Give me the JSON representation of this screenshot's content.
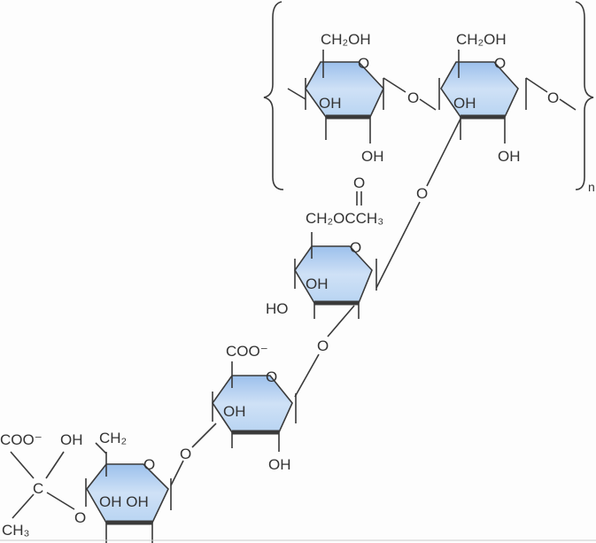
{
  "title": "Xanthan gum repeating unit",
  "labels": {
    "ch2oh": "CH₂OH",
    "oh": "OH",
    "ho": "HO",
    "o": "O",
    "n": "n",
    "acetyl_carbonyl": "O",
    "acetyl_group": "CH₂OCCH₃",
    "coo_minus": "COO⁻",
    "ch2": "CH₂",
    "c": "C",
    "ch3": "CH₃",
    "oh_oh": "OH OH"
  },
  "colors": {
    "ring_fill": "#b8d4f2",
    "line": "#3a3a3a"
  }
}
